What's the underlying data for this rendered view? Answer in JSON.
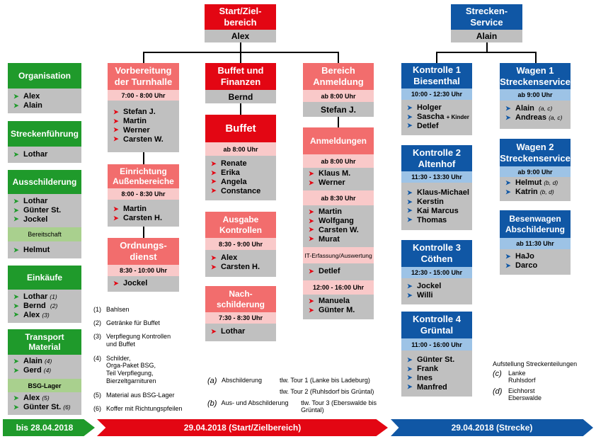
{
  "start": {
    "title": "Start/Ziel-\nbereich",
    "name": "Alex"
  },
  "service": {
    "title": "Strecken-\nService",
    "name": "Alain"
  },
  "left_col": {
    "organisation": {
      "title": "Organisation",
      "items": [
        "Alex",
        "Alain"
      ]
    },
    "streckenfuehrung": {
      "title": "Streckenführung",
      "items": [
        "Lothar"
      ]
    },
    "ausschilderung": {
      "title": "Ausschilderung",
      "items": [
        "Lothar",
        "Günter St.",
        "Jockel"
      ],
      "sub": "Bereitschaft",
      "sub_items": [
        "Helmut"
      ]
    },
    "einkaeufe": {
      "title": "Einkäufe",
      "items": [
        {
          "name": "Lothar",
          "note": "(1)"
        },
        {
          "name": "Bernd",
          "note": "(2)"
        },
        {
          "name": "Alex",
          "note": "(3)"
        }
      ]
    },
    "transport": {
      "title": "Transport\nMaterial",
      "items": [
        {
          "name": "Alain",
          "note": "(4)"
        },
        {
          "name": "Gerd",
          "note": "(4)"
        }
      ],
      "sub": "BSG-Lager",
      "sub_items": [
        {
          "name": "Alex",
          "note": "(5)"
        },
        {
          "name": "Günter St.",
          "note": "(6)"
        }
      ]
    }
  },
  "col1": {
    "vorbereitung": {
      "title": "Vorbereitung\nder Turnhalle",
      "time": "7:00 - 8:00 Uhr",
      "items": [
        "Stefan J.",
        "Martin",
        "Werner",
        "Carsten W."
      ]
    },
    "einrichtung": {
      "title": "Einrichtung\nAußenbereiche",
      "time": "8:00 - 8:30 Uhr",
      "items": [
        "Martin",
        "Carsten H."
      ]
    },
    "ordnung": {
      "title": "Ordnungs-\ndienst",
      "time": "8:30 - 10:00 Uhr",
      "items": [
        "Jockel"
      ]
    }
  },
  "col2": {
    "buffet_fin": {
      "title": "Buffet und\nFinanzen",
      "name": "Bernd"
    },
    "buffet": {
      "title": "Buffet",
      "time": "ab 8:00 Uhr",
      "items": [
        "Renate",
        "Erika",
        "Angela",
        "Constance"
      ]
    },
    "ausgabe": {
      "title": "Ausgabe\nKontrollen",
      "time": "8:30 - 9:00 Uhr",
      "items": [
        "Alex",
        "Carsten H."
      ]
    },
    "nach": {
      "title": "Nach-\nschilderung",
      "time": "7:30 - 8:30 Uhr",
      "items": [
        "Lothar"
      ]
    }
  },
  "col3": {
    "bereich": {
      "title": "Bereich\nAnmeldung",
      "time": "ab 8:00 Uhr",
      "name": "Stefan J."
    },
    "anmeldungen": {
      "title": "Anmeldungen",
      "time1": "ab 8:00 Uhr",
      "items1": [
        "Klaus M.",
        "Werner"
      ],
      "time2": "ab 8:30 Uhr",
      "items2": [
        "Martin",
        "Wolfgang",
        "Carsten W.",
        "Murat"
      ],
      "time3": "IT-Erfassung/Auswertung",
      "items3": [
        "Detlef"
      ],
      "time4": "12:00 - 16:00 Uhr",
      "items4": [
        "Manuela",
        "Günter M."
      ]
    }
  },
  "col4": {
    "k1": {
      "title": "Kontrolle 1\nBiesenthal",
      "time": "10:00 - 12:30 Uhr",
      "items": [
        {
          "name": "Holger",
          "note": ""
        },
        {
          "name": "Sascha",
          "note": "+ Kinder"
        },
        {
          "name": "Detlef",
          "note": ""
        }
      ]
    },
    "k2": {
      "title": "Kontrolle 2\nAltenhof",
      "time": "11:30 - 13:30 Uhr",
      "items": [
        "Klaus-Michael",
        "Kerstin",
        "Kai Marcus",
        "Thomas"
      ]
    },
    "k3": {
      "title": "Kontrolle 3\nCöthen",
      "time": "12:30 - 15:00 Uhr",
      "items": [
        "Jockel",
        "Willi"
      ]
    },
    "k4": {
      "title": "Kontrolle 4\nGrüntal",
      "time": "11:00 - 16:00 Uhr",
      "items": [
        "Günter St.",
        "Frank",
        "Ines",
        "Manfred"
      ]
    }
  },
  "col5": {
    "w1": {
      "title": "Wagen 1\nStreckenservice",
      "time": "ab 9:00 Uhr",
      "items": [
        {
          "name": "Alain",
          "note": "(a, c)"
        },
        {
          "name": "Andreas",
          "note": "(a, c)"
        }
      ]
    },
    "w2": {
      "title": "Wagen 2\nStreckenservice",
      "time": "ab 9:00 Uhr",
      "items": [
        {
          "name": "Helmut",
          "note": "(b, d)"
        },
        {
          "name": "Katrin",
          "note": "(b, d)"
        }
      ]
    },
    "bw": {
      "title": "Besenwagen\nAbschilderung",
      "time": "ab 11:30 Uhr",
      "items": [
        "HaJo",
        "Darco"
      ]
    }
  },
  "legend_num": [
    {
      "n": "(1)",
      "t": "Bahlsen"
    },
    {
      "n": "(2)",
      "t": "Getränke für Buffet"
    },
    {
      "n": "(3)",
      "t": "Verpflegung Kontrollen\nund Buffet"
    },
    {
      "n": "(4)",
      "t": "Schilder,\nOrga-Paket BSG,\nTeil Verpflegung,\nBierzeltgarnituren"
    },
    {
      "n": "(5)",
      "t": "Material aus BSG-Lager"
    },
    {
      "n": "(6)",
      "t": "Koffer mit Richtungspfeilen"
    }
  ],
  "legend_ab": {
    "a_label": "(a)",
    "a_text": "Abschilderung",
    "a_tours": [
      "tlw. Tour 1 (Lanke bis Ladeburg)",
      "tlw. Tour 2 (Ruhlsdorf bis Grüntal)"
    ],
    "b_label": "(b)",
    "b_text": "Aus- und Abschilderung",
    "b_tours": [
      "tlw. Tour 3 (Eberswalde bis Grüntal)"
    ]
  },
  "legend_cd": {
    "title": "Aufstellung Streckenteilungen",
    "c_label": "(c)",
    "c_lines": [
      "Lanke",
      "Ruhlsdorf"
    ],
    "d_label": "(d)",
    "d_lines": [
      "Eichhorst",
      "Eberswalde"
    ]
  },
  "timeline": {
    "t1": "bis 28.04.2018",
    "t2": "29.04.2018 (Start/Zielbereich)",
    "t3": "29.04.2018 (Strecke)"
  },
  "colors": {
    "red": "#e30613",
    "light_red": "#f26d6d",
    "green": "#1f9a2b",
    "blue": "#1057a5",
    "grey": "#c0c0c0"
  }
}
